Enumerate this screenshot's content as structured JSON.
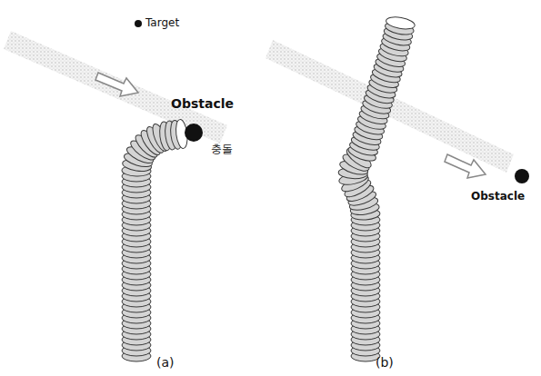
{
  "diagram": {
    "labels": [
      "Target",
      "Obstacle",
      "충돌",
      "Obstacle",
      "(a)",
      "(b)"
    ]
  }
}
